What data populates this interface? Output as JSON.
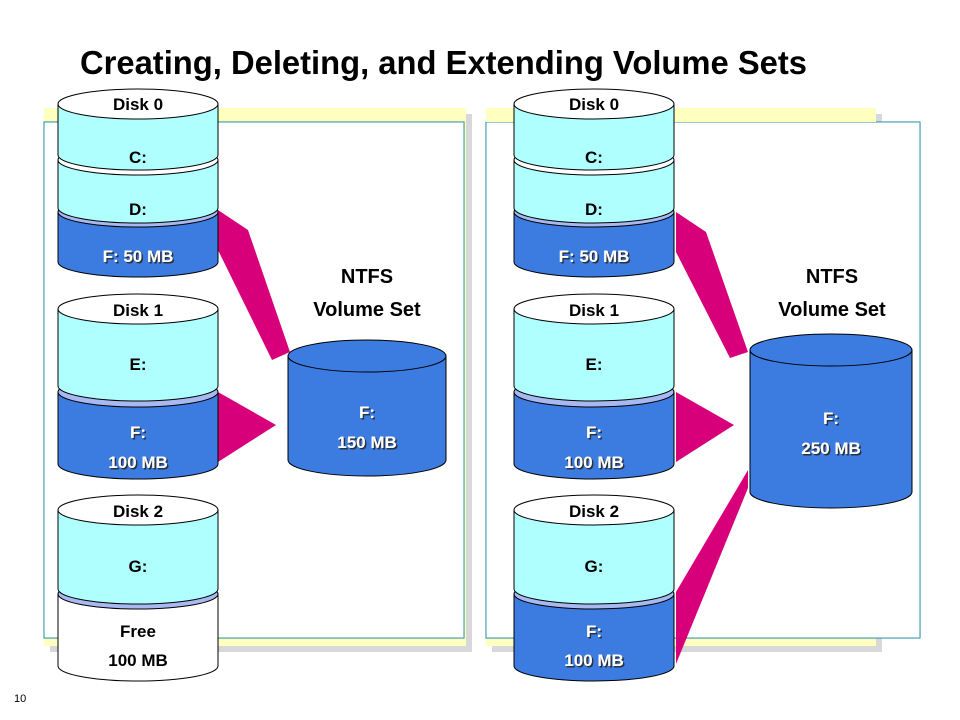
{
  "slide": {
    "title": "Creating, Deleting, and Extending Volume Sets",
    "number": "10"
  },
  "colors": {
    "panel_yellow": "#FFFFC0",
    "panel_border": "#3A9AB0",
    "disk_cyan": "#B0FFFF",
    "disk_blue": "#3C7BE0",
    "disk_blue_light": "#A8B8F0",
    "free_white": "#FFFFFF",
    "connector_magenta": "#D8007A"
  },
  "left": {
    "disk0": {
      "header": "Disk 0",
      "c": "C:",
      "d": "D:",
      "f": "F: 50 MB"
    },
    "disk1": {
      "header": "Disk 1",
      "e": "E:",
      "f_line1": "F:",
      "f_line2": "100 MB"
    },
    "disk2": {
      "header": "Disk 2",
      "g": "G:",
      "free_line1": "Free",
      "free_line2": "100 MB"
    },
    "volume_set": {
      "label_line1": "NTFS",
      "label_line2": "Volume Set",
      "f_line1": "F:",
      "f_line2": "150 MB"
    }
  },
  "right": {
    "disk0": {
      "header": "Disk 0",
      "c": "C:",
      "d": "D:",
      "f": "F: 50 MB"
    },
    "disk1": {
      "header": "Disk 1",
      "e": "E:",
      "f_line1": "F:",
      "f_line2": "100 MB"
    },
    "disk2": {
      "header": "Disk 2",
      "g": "G:",
      "f_line1": "F:",
      "f_line2": "100 MB"
    },
    "volume_set": {
      "label_line1": "NTFS",
      "label_line2": "Volume Set",
      "f_line1": "F:",
      "f_line2": "250 MB"
    }
  }
}
